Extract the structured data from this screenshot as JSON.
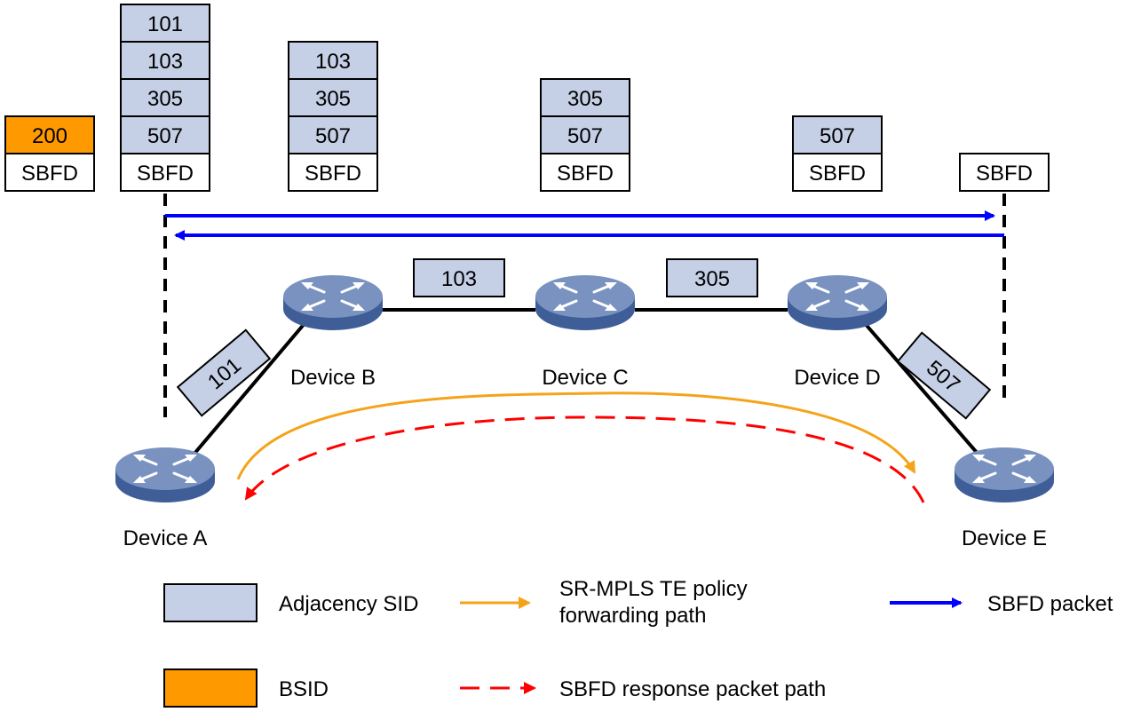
{
  "colors": {
    "adjacency_sid": "#C5D0E6",
    "bsid": "#FF9900",
    "sbfd_packet": "#0000FF",
    "forwarding_path": "#F5A31A",
    "response_path": "#FF0000",
    "router_top": "#7A92C0",
    "router_side": "#3F5E98"
  },
  "stacks": {
    "bsid_stack": {
      "cells": [
        "200",
        "SBFD"
      ]
    },
    "stack_a": {
      "cells": [
        "101",
        "103",
        "305",
        "507",
        "SBFD"
      ]
    },
    "stack_b": {
      "cells": [
        "103",
        "305",
        "507",
        "SBFD"
      ]
    },
    "stack_c": {
      "cells": [
        "305",
        "507",
        "SBFD"
      ]
    },
    "stack_d": {
      "cells": [
        "507",
        "SBFD"
      ]
    },
    "stack_e": {
      "cells": [
        "SBFD"
      ]
    }
  },
  "links": {
    "a_b": "101",
    "b_c": "103",
    "c_d": "305",
    "d_e": "507"
  },
  "devices": {
    "a": "Device A",
    "b": "Device B",
    "c": "Device C",
    "d": "Device D",
    "e": "Device E"
  },
  "legend": {
    "adjacency_sid": "Adjacency SID",
    "bsid": "BSID",
    "forwarding_path_line1": "SR-MPLS TE policy",
    "forwarding_path_line2": "forwarding path",
    "response_path": "SBFD response packet path",
    "sbfd_packet": "SBFD packet"
  }
}
